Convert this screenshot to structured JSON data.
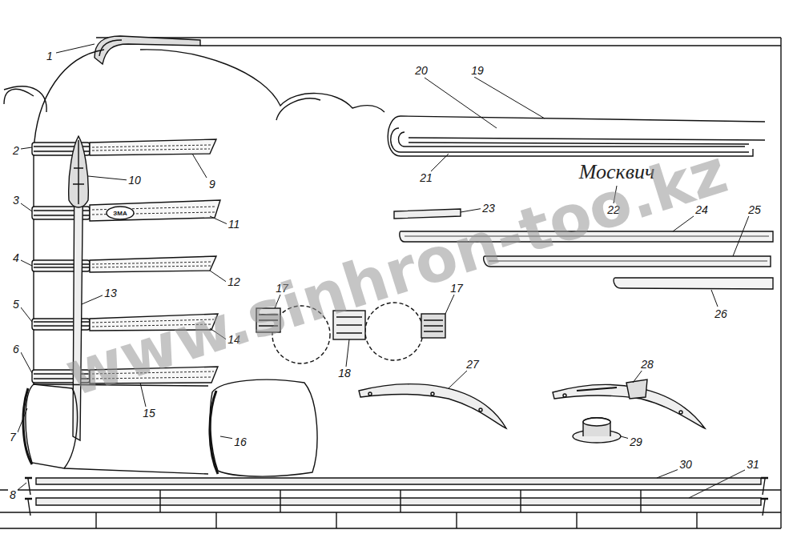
{
  "diagram": {
    "labels": [
      "1",
      "2",
      "3",
      "4",
      "5",
      "6",
      "7",
      "8",
      "9",
      "10",
      "11",
      "12",
      "13",
      "14",
      "15",
      "16",
      "17",
      "18",
      "17",
      "19",
      "20",
      "21",
      "22",
      "23",
      "24",
      "25",
      "26",
      "27",
      "28",
      "29",
      "30",
      "31",
      "ЗМА",
      "Москвич",
      "www.sinhron-too.kz"
    ]
  }
}
